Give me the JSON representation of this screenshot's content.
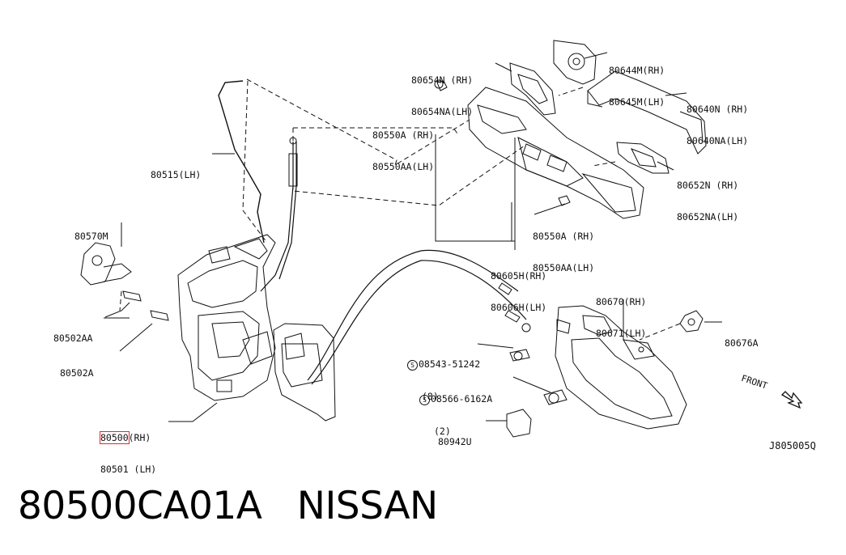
{
  "diagram": {
    "code": "J805005Q",
    "front_label": "FRONT",
    "highlight_color": "#e3262d",
    "callouts": {
      "p80654": [
        "80654N (RH)",
        "80654NA(LH)"
      ],
      "p80644": [
        "80644M(RH)",
        "80645M(LH)"
      ],
      "p80640": [
        "80640N (RH)",
        "80640NA(LH)"
      ],
      "p80550a_top": [
        "80550A (RH)",
        "80550AA(LH)"
      ],
      "p80515": [
        "80515(LH)"
      ],
      "p80652": [
        "80652N (RH)",
        "80652NA(LH)"
      ],
      "p80570m": [
        "80570M"
      ],
      "p80550a_bot": [
        "80550A (RH)",
        "80550AA(LH)"
      ],
      "p80605h": [
        "80605H(RH)",
        "80606H(LH)"
      ],
      "p80670": [
        "80670(RH)",
        "80671(LH)"
      ],
      "p80502aa": [
        "80502AA"
      ],
      "p80676a": [
        "80676A"
      ],
      "p08543": [
        "08543-51242",
        "(8)"
      ],
      "p80502a": [
        "80502A"
      ],
      "p08566": [
        "08566-6162A",
        "(2)"
      ],
      "p80500": [
        "80500",
        "(RH)",
        "80501 (LH)"
      ],
      "p80942u": [
        "80942U"
      ]
    },
    "screw_symbol": "S"
  },
  "caption": {
    "part_number": "80500CA01A",
    "brand": "NISSAN"
  }
}
